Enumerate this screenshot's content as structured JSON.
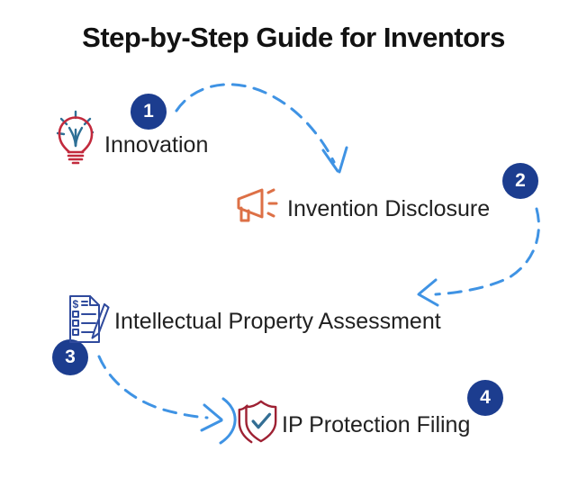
{
  "title": "Step-by-Step Guide for Inventors",
  "steps": [
    {
      "number": "1",
      "label": "Innovation",
      "icon": "lightbulb-icon"
    },
    {
      "number": "2",
      "label": "Invention Disclosure",
      "icon": "megaphone-icon"
    },
    {
      "number": "3",
      "label": "Intellectual Property Assessment",
      "icon": "document-checklist-icon"
    },
    {
      "number": "4",
      "label": "IP Protection Filing",
      "icon": "shield-check-icon"
    }
  ],
  "colors": {
    "background": "#ffffff",
    "title_text": "#121212",
    "label_text": "#212121",
    "badge_bg": "#1c3d8f",
    "badge_text": "#ffffff",
    "arrow": "#3f93e4",
    "bulb_red": "#c22a3d",
    "spark_blue": "#2e7096",
    "megaphone_orange": "#dd7046",
    "doc_navy": "#2f4a9d",
    "shield_red": "#9e2133",
    "check_blue": "#336e94"
  }
}
